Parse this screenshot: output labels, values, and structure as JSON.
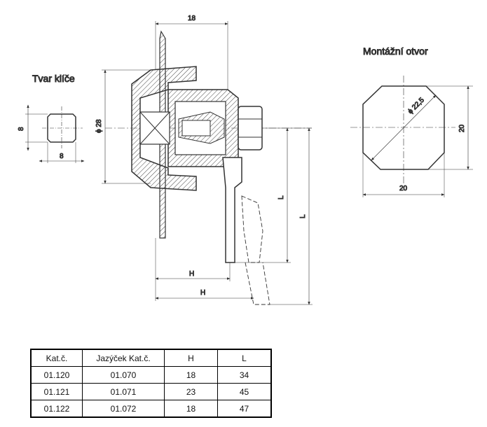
{
  "key_shape": {
    "title": "Tvar klíče",
    "dim_height": "8",
    "dim_width": "8"
  },
  "main_view": {
    "dim_diameter": "ϕ 28",
    "dim_top": "18",
    "dim_L_short": "L",
    "dim_L_long": "L",
    "dim_H_short": "H",
    "dim_H_long": "H"
  },
  "mounting_hole": {
    "title": "Montážní otvor",
    "dim_diameter": "ϕ 22,5",
    "dim_height": "20",
    "dim_width": "20"
  },
  "table": {
    "headers": [
      "Kat.č.",
      "Jazýček  Kat.č.",
      "H",
      "L"
    ],
    "rows": [
      [
        "01.120",
        "01.070",
        "18",
        "34"
      ],
      [
        "01.121",
        "01.071",
        "23",
        "45"
      ],
      [
        "01.122",
        "01.072",
        "18",
        "47"
      ]
    ]
  }
}
